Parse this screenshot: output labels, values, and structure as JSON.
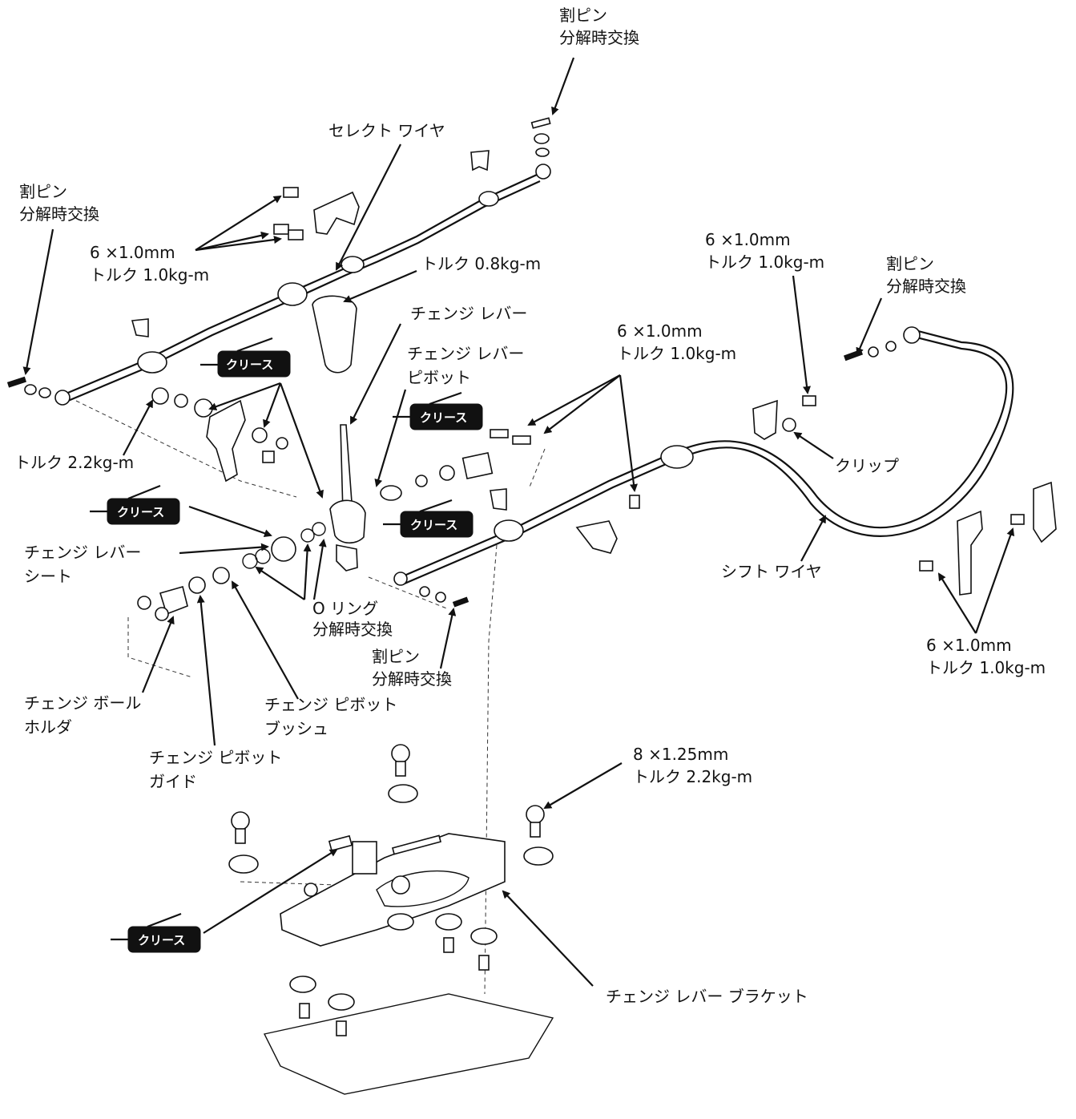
{
  "labels": {
    "cotter_pin": "割ピン",
    "replace_on_disassembly": "分解時交換",
    "select_wire": "セレクト ワイヤ",
    "bolt_6x1": "6 ×1.0mm",
    "torque_1_0": "トルク  1.0kg-m",
    "torque_0_8": "トルク  0.8kg-m",
    "torque_2_2": "トルク  2.2kg-m",
    "change_lever": "チェンジ レバー",
    "change_lever_pivot_1": "チェンジ レバー",
    "change_lever_pivot_2": "ピボット",
    "clip": "クリップ",
    "shift_wire": "シフト ワイヤ",
    "change_lever_seat_1": "チェンジ レバー",
    "change_lever_seat_2": "シート",
    "o_ring": "O リング",
    "change_ball_holder_1": "チェンジ ボール",
    "change_ball_holder_2": "ホルダ",
    "change_pivot_bush_1": "チェンジ ピボット",
    "change_pivot_bush_2": "ブッシュ",
    "change_pivot_guide_1": "チェンジ ピボット",
    "change_pivot_guide_2": "ガイド",
    "bolt_8x125": "8 ×1.25mm",
    "change_lever_bracket": "チェンジ レバー ブラケット",
    "grease": "クリース"
  }
}
